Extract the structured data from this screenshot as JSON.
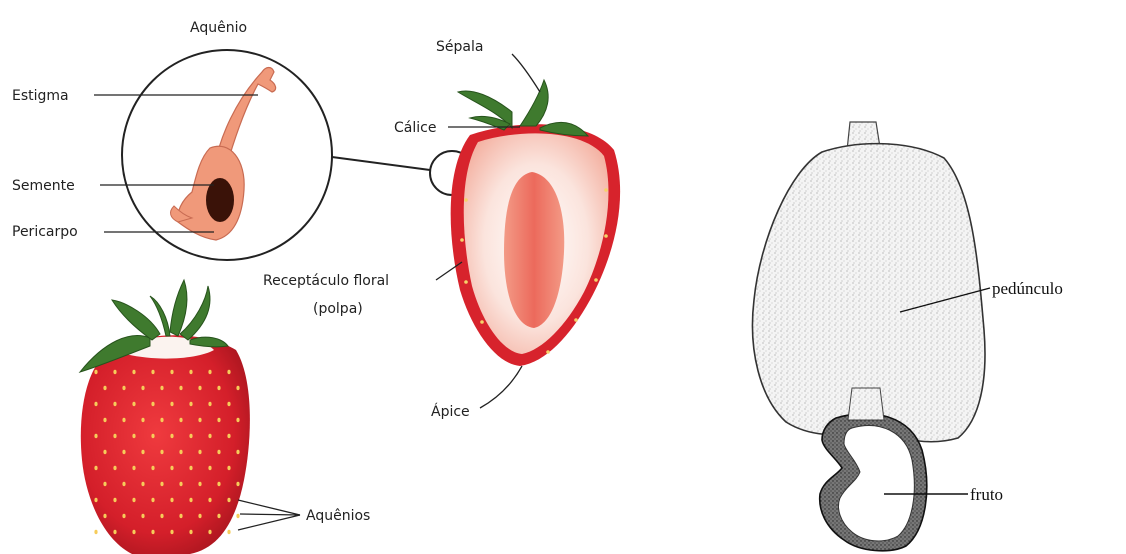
{
  "strawberry": {
    "achene_title": "Aquênio",
    "stigma": "Estigma",
    "seed": "Semente",
    "pericarp": "Pericarpo",
    "sepal": "Sépala",
    "calyx": "Cálice",
    "receptacle_line1": "Receptáculo floral",
    "receptacle_line2": "(polpa)",
    "apex": "Ápice",
    "achenes": "Aquênios"
  },
  "cashew": {
    "peduncle": "pedúnculo",
    "fruit": "fruto"
  },
  "colors": {
    "berry_red": "#d7232c",
    "berry_light": "#f7b7a8",
    "flesh_core": "#ee7468",
    "leaf_green": "#3f7a2e",
    "achene_pink": "#f0997a",
    "seed_dark": "#3a1208",
    "ink": "#222222"
  }
}
